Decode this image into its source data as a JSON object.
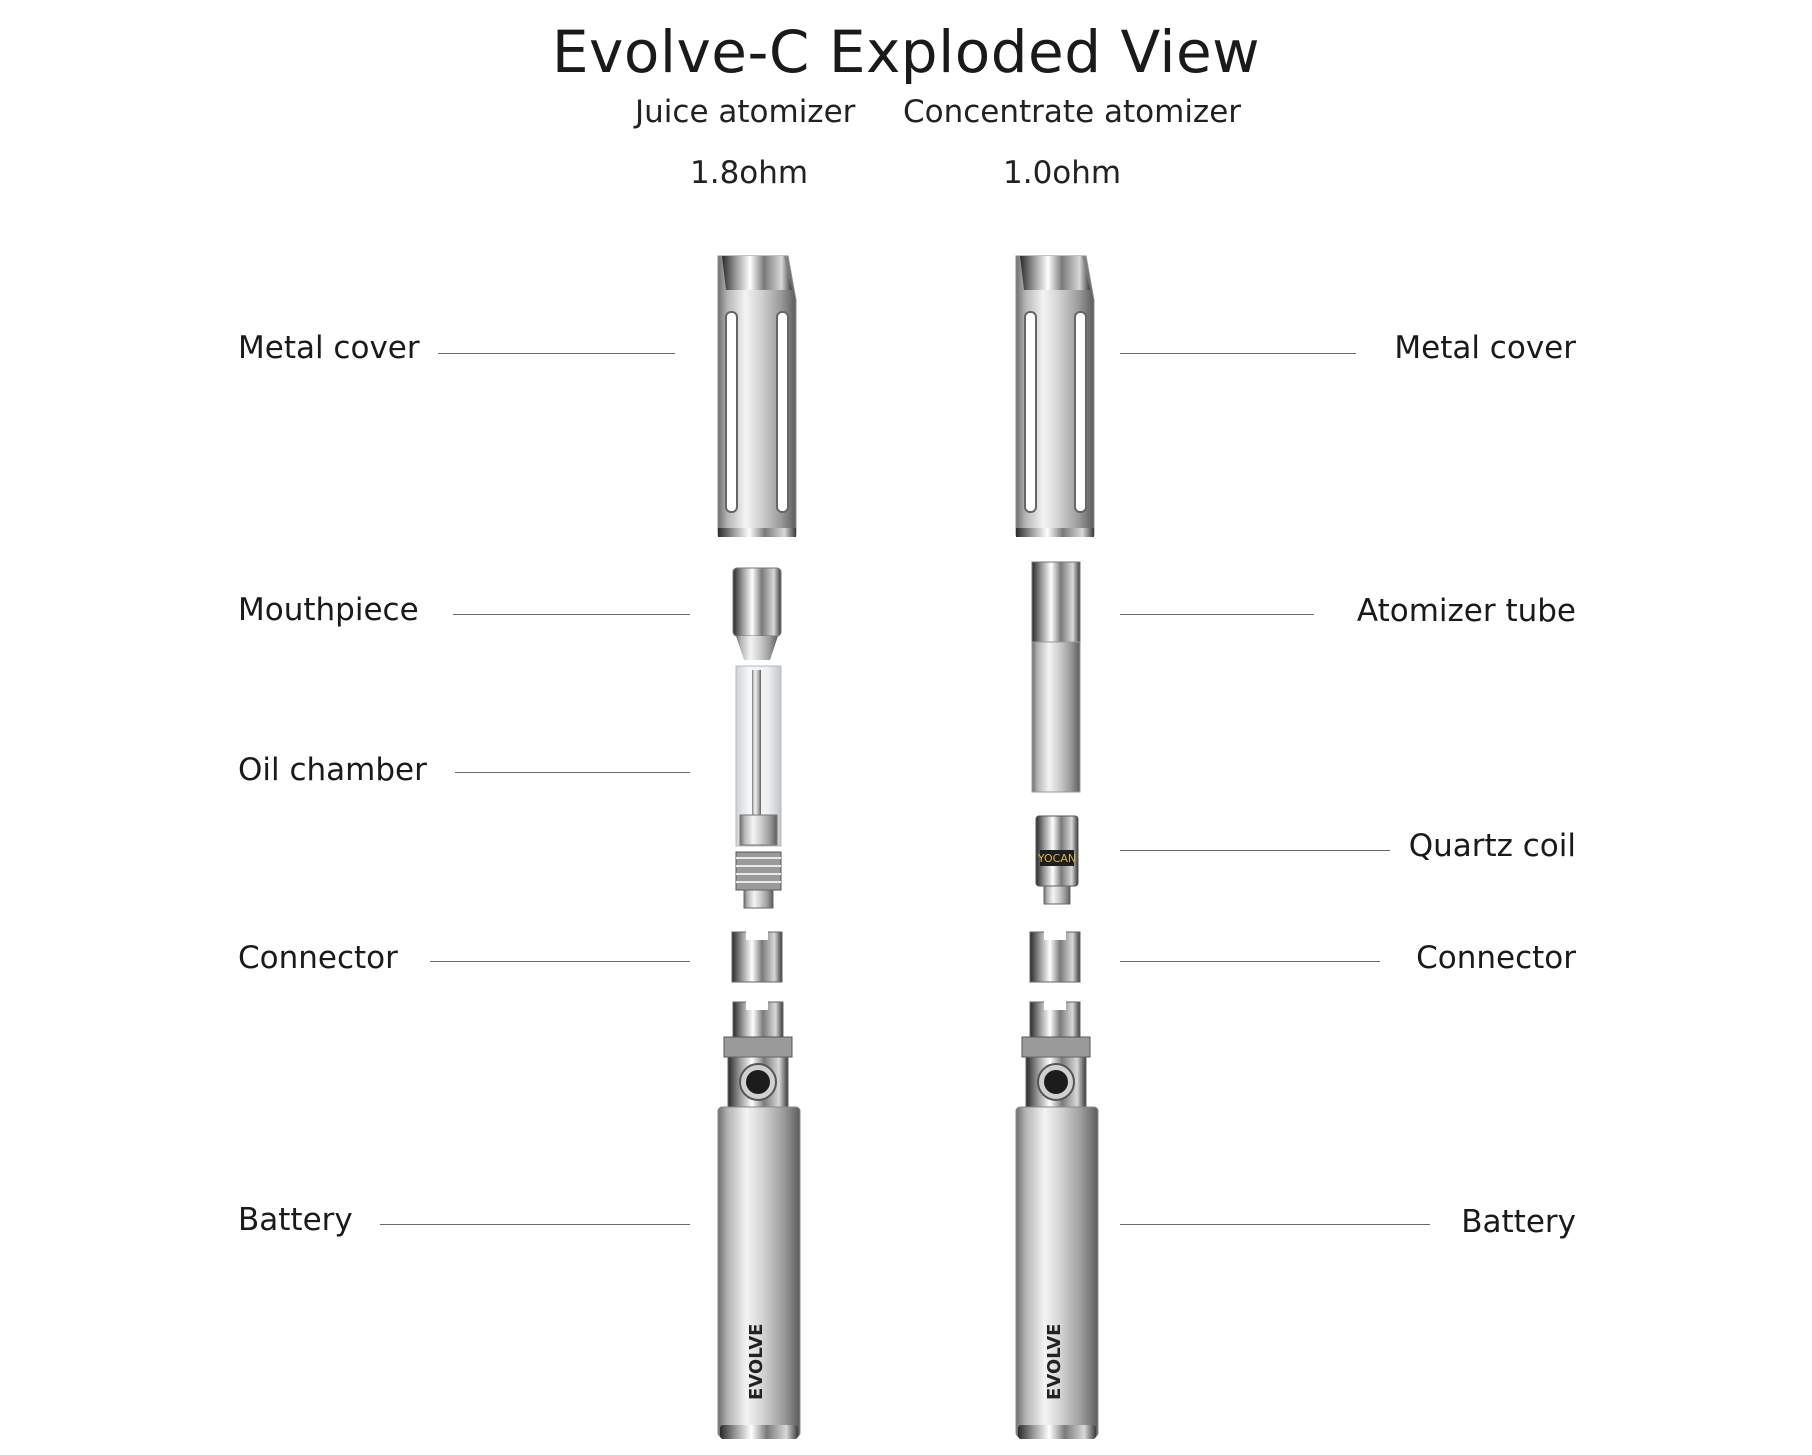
{
  "title": "Evolve-C Exploded View",
  "columns": [
    {
      "name": "Juice atomizer",
      "resistance": "1.8ohm"
    },
    {
      "name": "Concentrate atomizer",
      "resistance": "1.0ohm"
    }
  ],
  "left_labels": [
    "Metal cover",
    "Mouthpiece",
    "Oil chamber",
    "Connector",
    "Battery"
  ],
  "right_labels": [
    "Metal cover",
    "Atomizer tube",
    "Quartz coil",
    "Connector",
    "Battery"
  ],
  "brand": {
    "battery_text": "EVOLVE",
    "coil_text": "YOCAN"
  },
  "colors": {
    "metal_light": "#f2f2f2",
    "metal_mid": "#b8b8b8",
    "metal_dark": "#5a5a5a",
    "leader": "#6a6a6a"
  }
}
